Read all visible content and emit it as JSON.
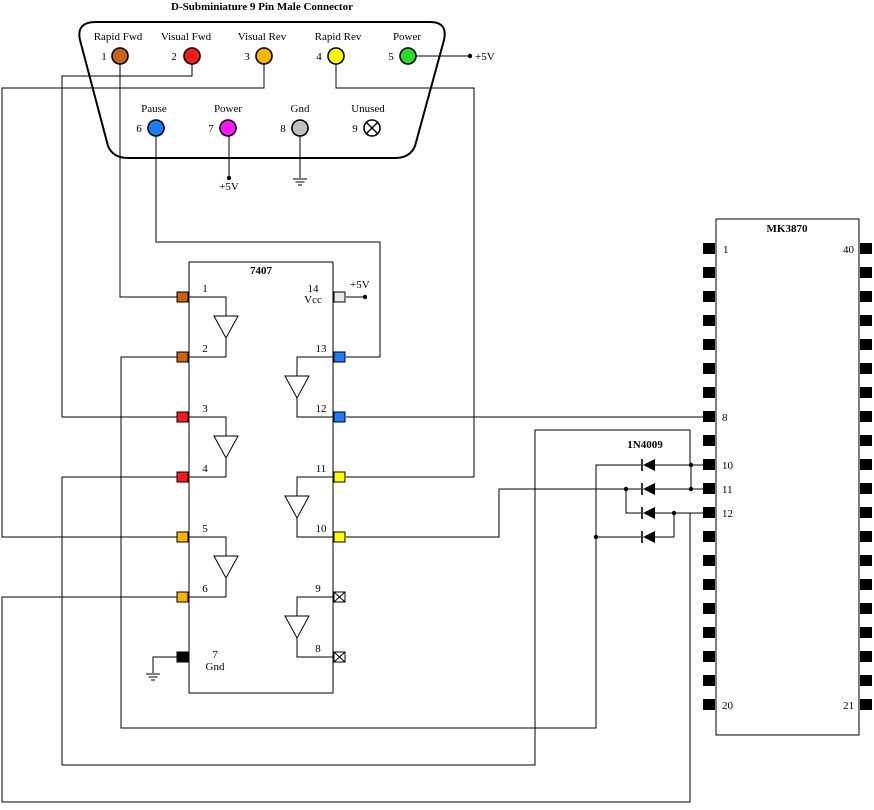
{
  "connector": {
    "title": "D-Subminiature 9 Pin Male Connector",
    "pins": [
      {
        "num": "1",
        "label": "Rapid Fwd",
        "color": "#c86414"
      },
      {
        "num": "2",
        "label": "Visual Fwd",
        "color": "#ff1a1a"
      },
      {
        "num": "3",
        "label": "Visual Rev",
        "color": "#ffb400"
      },
      {
        "num": "4",
        "label": "Rapid Rev",
        "color": "#ffff00"
      },
      {
        "num": "5",
        "label": "Power",
        "color": "#28dc28"
      },
      {
        "num": "6",
        "label": "Pause",
        "color": "#1e7cff"
      },
      {
        "num": "7",
        "label": "Power",
        "color": "#ff14ff"
      },
      {
        "num": "8",
        "label": "Gnd",
        "color": "#c0c0c0"
      },
      {
        "num": "9",
        "label": "Unused",
        "color": "#ffffff"
      }
    ],
    "vcc_label": "+5V"
  },
  "ic7407": {
    "title": "7407",
    "vcc_label": "Vcc",
    "gnd_label": "Gnd",
    "supply_label": "+5V",
    "pins": [
      {
        "num": "1",
        "color": "#c86414"
      },
      {
        "num": "2",
        "color": "#c86414"
      },
      {
        "num": "3",
        "color": "#ff1a1a"
      },
      {
        "num": "4",
        "color": "#ff1a1a"
      },
      {
        "num": "5",
        "color": "#ffb400"
      },
      {
        "num": "6",
        "color": "#ffb400"
      },
      {
        "num": "7",
        "color": "#000000"
      },
      {
        "num": "8",
        "color": "nc"
      },
      {
        "num": "9",
        "color": "nc"
      },
      {
        "num": "10",
        "color": "#ffff00"
      },
      {
        "num": "11",
        "color": "#ffff00"
      },
      {
        "num": "12",
        "color": "#1e7cff"
      },
      {
        "num": "13",
        "color": "#1e7cff"
      },
      {
        "num": "14",
        "color": "#e8e8e8"
      }
    ]
  },
  "diodes": {
    "label": "1N4009"
  },
  "mcu": {
    "title": "MK3870",
    "pin_labels": [
      "1",
      "40",
      "8",
      "10",
      "11",
      "12",
      "20",
      "21"
    ]
  }
}
